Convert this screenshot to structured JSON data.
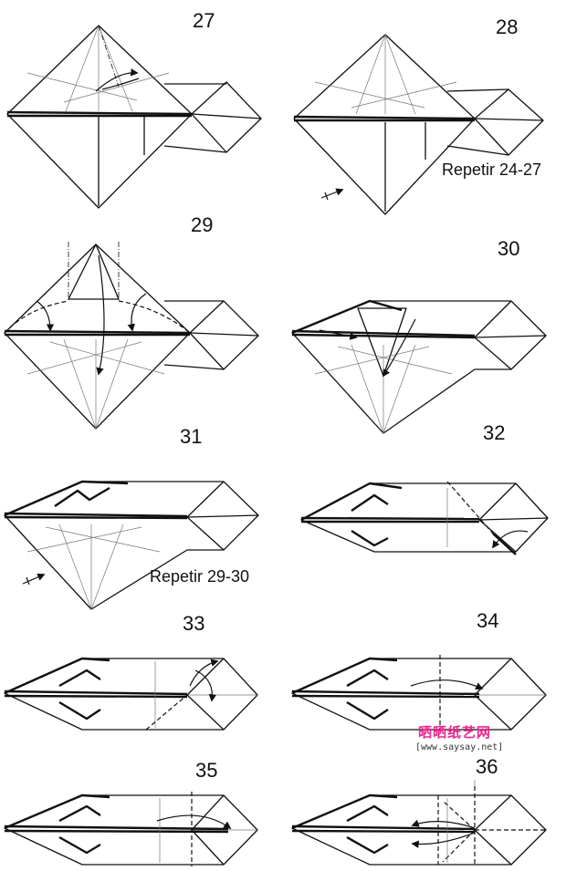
{
  "steps": [
    {
      "number": "27"
    },
    {
      "number": "28",
      "note": "Repetir 24-27"
    },
    {
      "number": "29"
    },
    {
      "number": "30"
    },
    {
      "number": "31",
      "note": "Repetir 29-30"
    },
    {
      "number": "32"
    },
    {
      "number": "33"
    },
    {
      "number": "34"
    },
    {
      "number": "35"
    },
    {
      "number": "36"
    }
  ],
  "watermark": {
    "logo_text": "晒晒纸艺网",
    "url": "[www.saysay.net]"
  },
  "colors": {
    "line": "#111111",
    "crease": "#777777",
    "watermark_logo": "#e8288c"
  }
}
